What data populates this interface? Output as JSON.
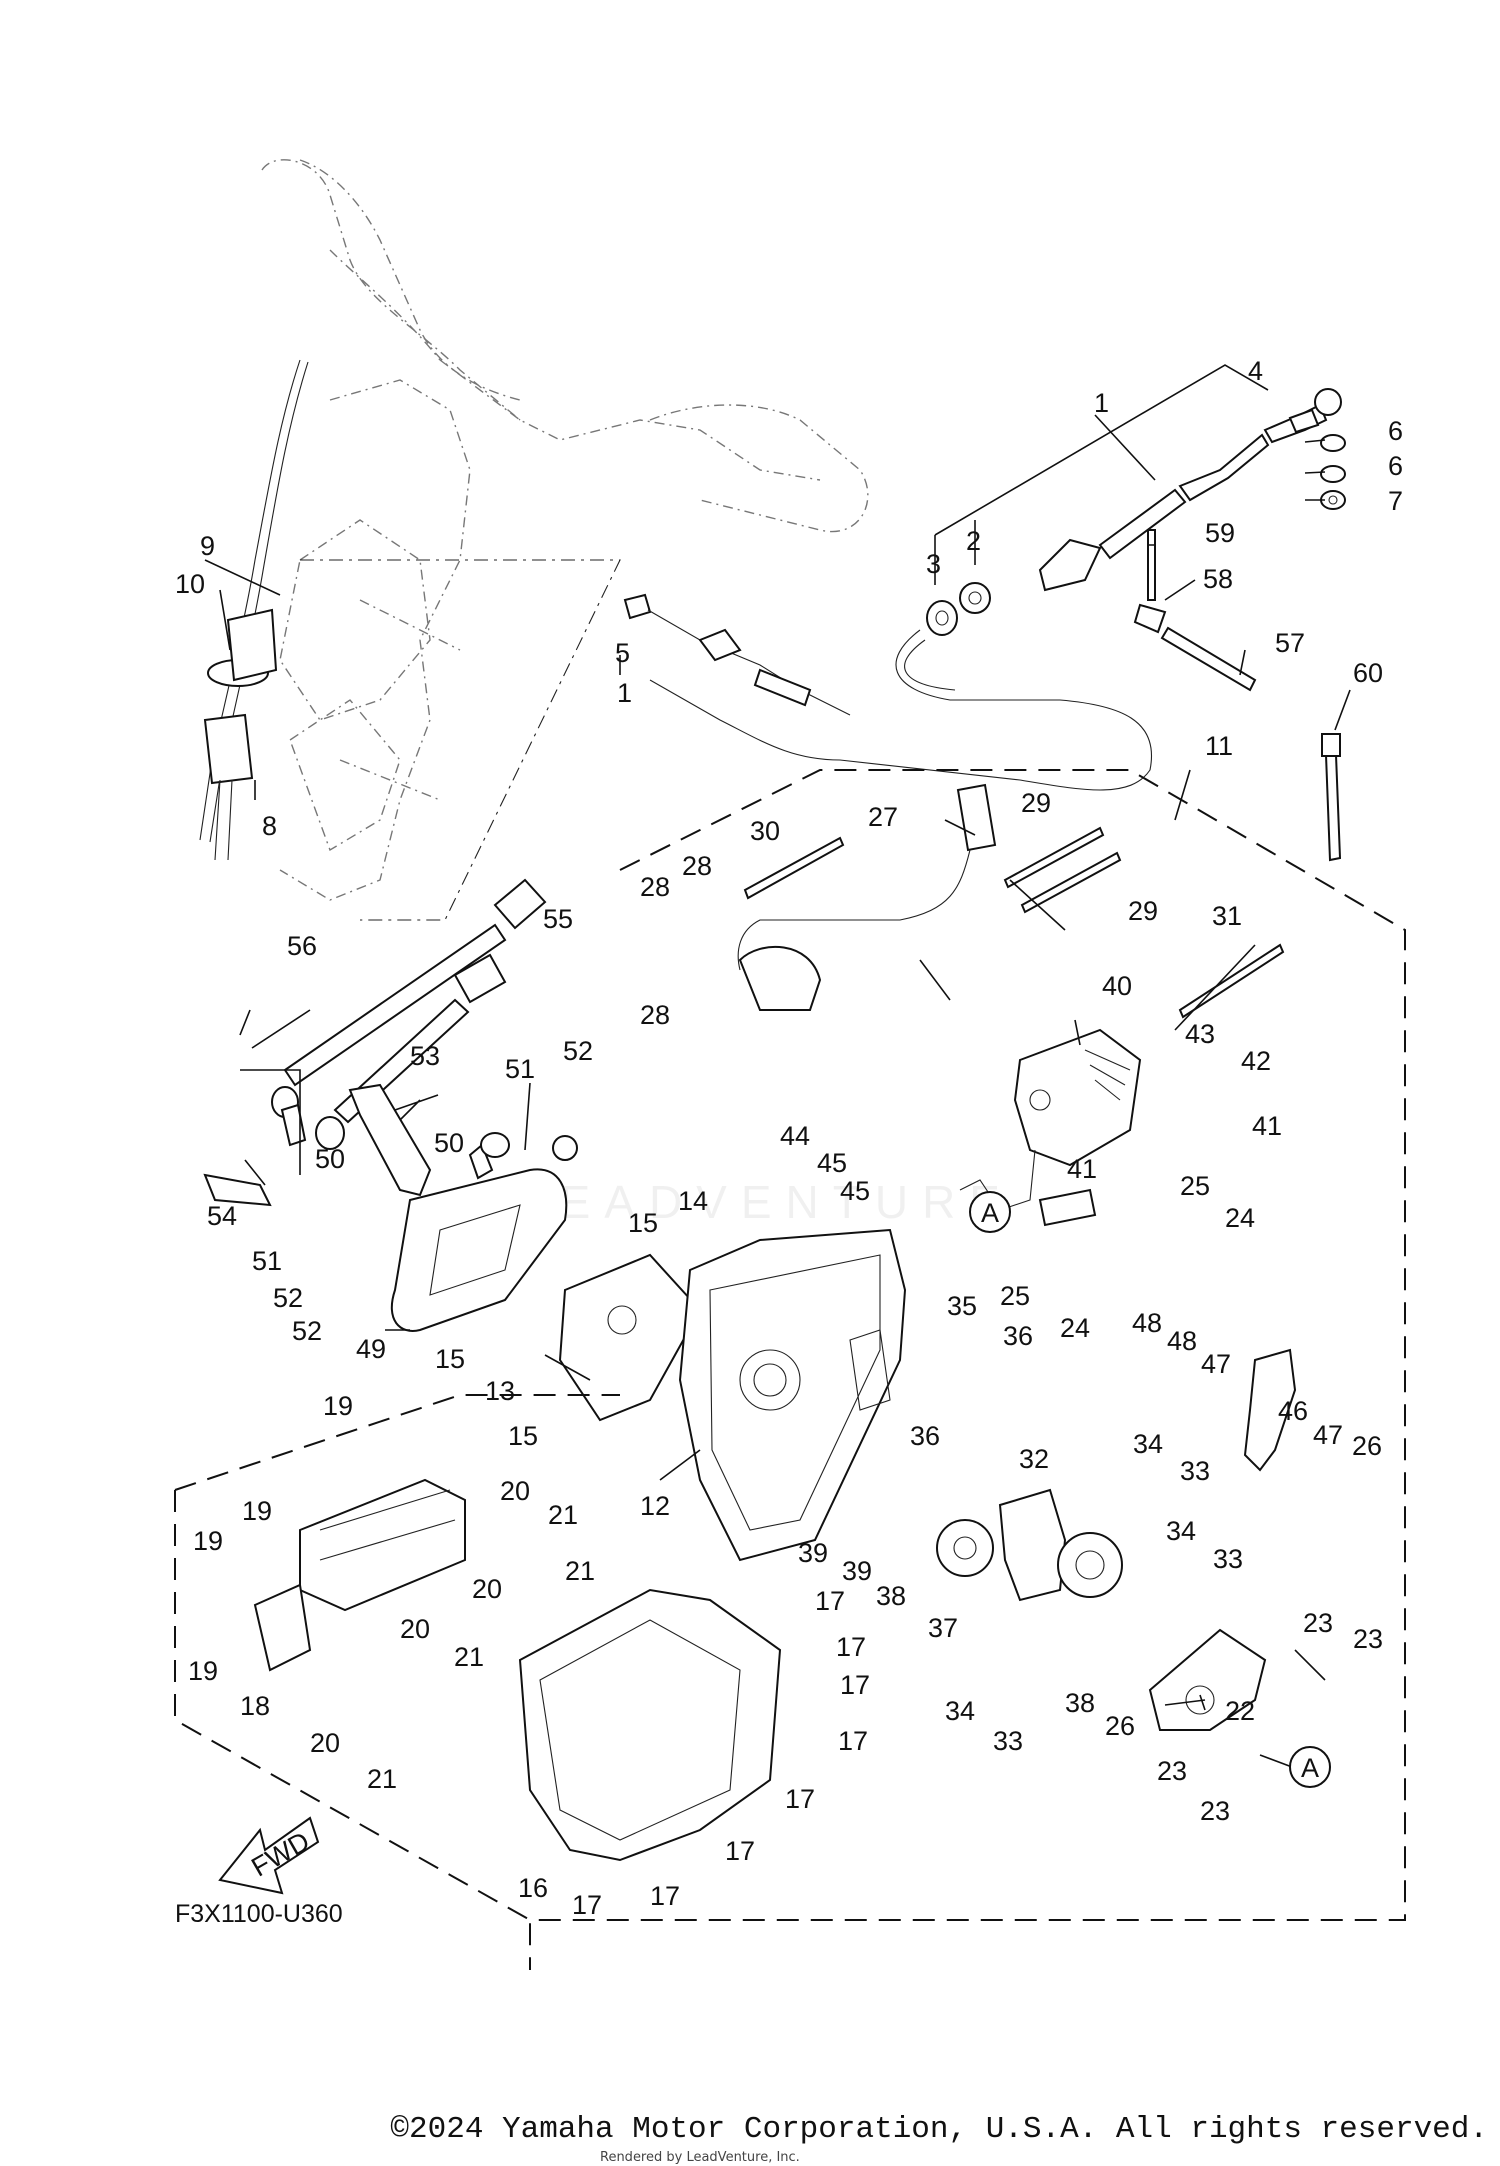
{
  "diagram": {
    "code": "F3X1100-U360",
    "fwd_label": "FWD",
    "ref_marker": "A",
    "watermark": "LEADVENTURE",
    "callouts": [
      {
        "id": "c1",
        "text": "1"
      },
      {
        "id": "c1b",
        "text": "1"
      },
      {
        "id": "c2",
        "text": "2"
      },
      {
        "id": "c3",
        "text": "3"
      },
      {
        "id": "c4",
        "text": "4"
      },
      {
        "id": "c5",
        "text": "5"
      },
      {
        "id": "c6a",
        "text": "6"
      },
      {
        "id": "c6b",
        "text": "6"
      },
      {
        "id": "c7",
        "text": "7"
      },
      {
        "id": "c8",
        "text": "8"
      },
      {
        "id": "c9",
        "text": "9"
      },
      {
        "id": "c10",
        "text": "10"
      },
      {
        "id": "c11",
        "text": "11"
      },
      {
        "id": "c12",
        "text": "12"
      },
      {
        "id": "c13",
        "text": "13"
      },
      {
        "id": "c14",
        "text": "14"
      },
      {
        "id": "c15a",
        "text": "15"
      },
      {
        "id": "c15b",
        "text": "15"
      },
      {
        "id": "c15c",
        "text": "15"
      },
      {
        "id": "c16",
        "text": "16"
      },
      {
        "id": "c17a",
        "text": "17"
      },
      {
        "id": "c17b",
        "text": "17"
      },
      {
        "id": "c17c",
        "text": "17"
      },
      {
        "id": "c17d",
        "text": "17"
      },
      {
        "id": "c17e",
        "text": "17"
      },
      {
        "id": "c17f",
        "text": "17"
      },
      {
        "id": "c17g",
        "text": "17"
      },
      {
        "id": "c17h",
        "text": "17"
      },
      {
        "id": "c18",
        "text": "18"
      },
      {
        "id": "c19a",
        "text": "19"
      },
      {
        "id": "c19b",
        "text": "19"
      },
      {
        "id": "c19c",
        "text": "19"
      },
      {
        "id": "c19d",
        "text": "19"
      },
      {
        "id": "c20a",
        "text": "20"
      },
      {
        "id": "c20b",
        "text": "20"
      },
      {
        "id": "c20c",
        "text": "20"
      },
      {
        "id": "c20d",
        "text": "20"
      },
      {
        "id": "c21a",
        "text": "21"
      },
      {
        "id": "c21b",
        "text": "21"
      },
      {
        "id": "c21c",
        "text": "21"
      },
      {
        "id": "c21d",
        "text": "21"
      },
      {
        "id": "c22",
        "text": "22"
      },
      {
        "id": "c23a",
        "text": "23"
      },
      {
        "id": "c23b",
        "text": "23"
      },
      {
        "id": "c23c",
        "text": "23"
      },
      {
        "id": "c23d",
        "text": "23"
      },
      {
        "id": "c24a",
        "text": "24"
      },
      {
        "id": "c24b",
        "text": "24"
      },
      {
        "id": "c25a",
        "text": "25"
      },
      {
        "id": "c25b",
        "text": "25"
      },
      {
        "id": "c26a",
        "text": "26"
      },
      {
        "id": "c26b",
        "text": "26"
      },
      {
        "id": "c27",
        "text": "27"
      },
      {
        "id": "c28a",
        "text": "28"
      },
      {
        "id": "c28b",
        "text": "28"
      },
      {
        "id": "c28c",
        "text": "28"
      },
      {
        "id": "c29a",
        "text": "29"
      },
      {
        "id": "c29b",
        "text": "29"
      },
      {
        "id": "c30",
        "text": "30"
      },
      {
        "id": "c31",
        "text": "31"
      },
      {
        "id": "c32",
        "text": "32"
      },
      {
        "id": "c33a",
        "text": "33"
      },
      {
        "id": "c33b",
        "text": "33"
      },
      {
        "id": "c33c",
        "text": "33"
      },
      {
        "id": "c34a",
        "text": "34"
      },
      {
        "id": "c34b",
        "text": "34"
      },
      {
        "id": "c34c",
        "text": "34"
      },
      {
        "id": "c35",
        "text": "35"
      },
      {
        "id": "c36a",
        "text": "36"
      },
      {
        "id": "c36b",
        "text": "36"
      },
      {
        "id": "c37",
        "text": "37"
      },
      {
        "id": "c38a",
        "text": "38"
      },
      {
        "id": "c38b",
        "text": "38"
      },
      {
        "id": "c39a",
        "text": "39"
      },
      {
        "id": "c39b",
        "text": "39"
      },
      {
        "id": "c40",
        "text": "40"
      },
      {
        "id": "c41a",
        "text": "41"
      },
      {
        "id": "c41b",
        "text": "41"
      },
      {
        "id": "c42",
        "text": "42"
      },
      {
        "id": "c43",
        "text": "43"
      },
      {
        "id": "c44",
        "text": "44"
      },
      {
        "id": "c45a",
        "text": "45"
      },
      {
        "id": "c45b",
        "text": "45"
      },
      {
        "id": "c46",
        "text": "46"
      },
      {
        "id": "c47a",
        "text": "47"
      },
      {
        "id": "c47b",
        "text": "47"
      },
      {
        "id": "c48a",
        "text": "48"
      },
      {
        "id": "c48b",
        "text": "48"
      },
      {
        "id": "c49",
        "text": "49"
      },
      {
        "id": "c50a",
        "text": "50"
      },
      {
        "id": "c50b",
        "text": "50"
      },
      {
        "id": "c51a",
        "text": "51"
      },
      {
        "id": "c51b",
        "text": "51"
      },
      {
        "id": "c52a",
        "text": "52"
      },
      {
        "id": "c52b",
        "text": "52"
      },
      {
        "id": "c52c",
        "text": "52"
      },
      {
        "id": "c53",
        "text": "53"
      },
      {
        "id": "c54",
        "text": "54"
      },
      {
        "id": "c55",
        "text": "55"
      },
      {
        "id": "c56",
        "text": "56"
      },
      {
        "id": "c57",
        "text": "57"
      },
      {
        "id": "c58",
        "text": "58"
      },
      {
        "id": "c59",
        "text": "59"
      },
      {
        "id": "c60",
        "text": "60"
      }
    ]
  },
  "footer": {
    "copyright": "©2024 Yamaha Motor Corporation, U.S.A. All rights reserved.",
    "rendered_by": "Rendered by LeadVenture, Inc."
  }
}
